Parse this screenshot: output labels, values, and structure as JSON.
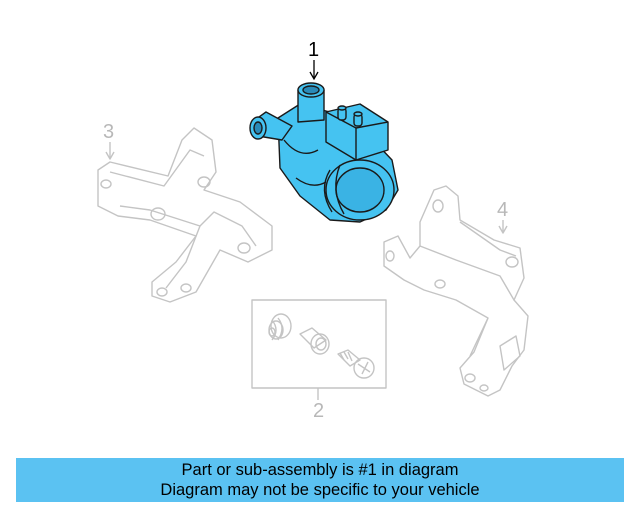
{
  "callouts": {
    "c1": "1",
    "c2": "2",
    "c3": "3",
    "c4": "4"
  },
  "banner": {
    "line1": "Part or sub-assembly is #1 in diagram",
    "line2": "Diagram may not be specific to your vehicle"
  },
  "colors": {
    "highlight_part": "#45c3f1",
    "outline_gray": "#c4c4c4",
    "banner_bg": "#5bc2f2"
  }
}
